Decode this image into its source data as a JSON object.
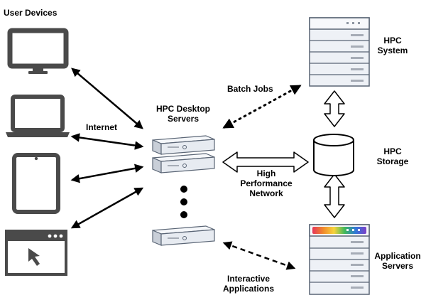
{
  "labels": {
    "user_devices": "User Devices",
    "internet": "Internet",
    "hpc_desktop_servers": "HPC Desktop\nServers",
    "batch_jobs": "Batch Jobs",
    "hpc_system": "HPC\nSystem",
    "hpc_storage": "HPC\nStorage",
    "high_performance_network": "High\nPerformance\nNetwork",
    "interactive_applications": "Interactive\nApplications",
    "application_servers": "Application\nServers"
  },
  "colors": {
    "stroke": "#000000",
    "device_fill": "#ffffff",
    "server_fill": "#eef1f6",
    "server_stroke": "#5a6575",
    "slot": "#a6acb6",
    "gradient": [
      "#e7365a",
      "#f08a2c",
      "#f6d23c",
      "#3fb85a",
      "#2f78d8",
      "#7d3fc8"
    ]
  },
  "icons": [
    "desktop-monitor-icon",
    "laptop-icon",
    "tablet-icon",
    "browser-window-icon",
    "rack-server-icon",
    "storage-cylinder-icon",
    "server-tower-icon",
    "cursor-arrow-icon"
  ]
}
